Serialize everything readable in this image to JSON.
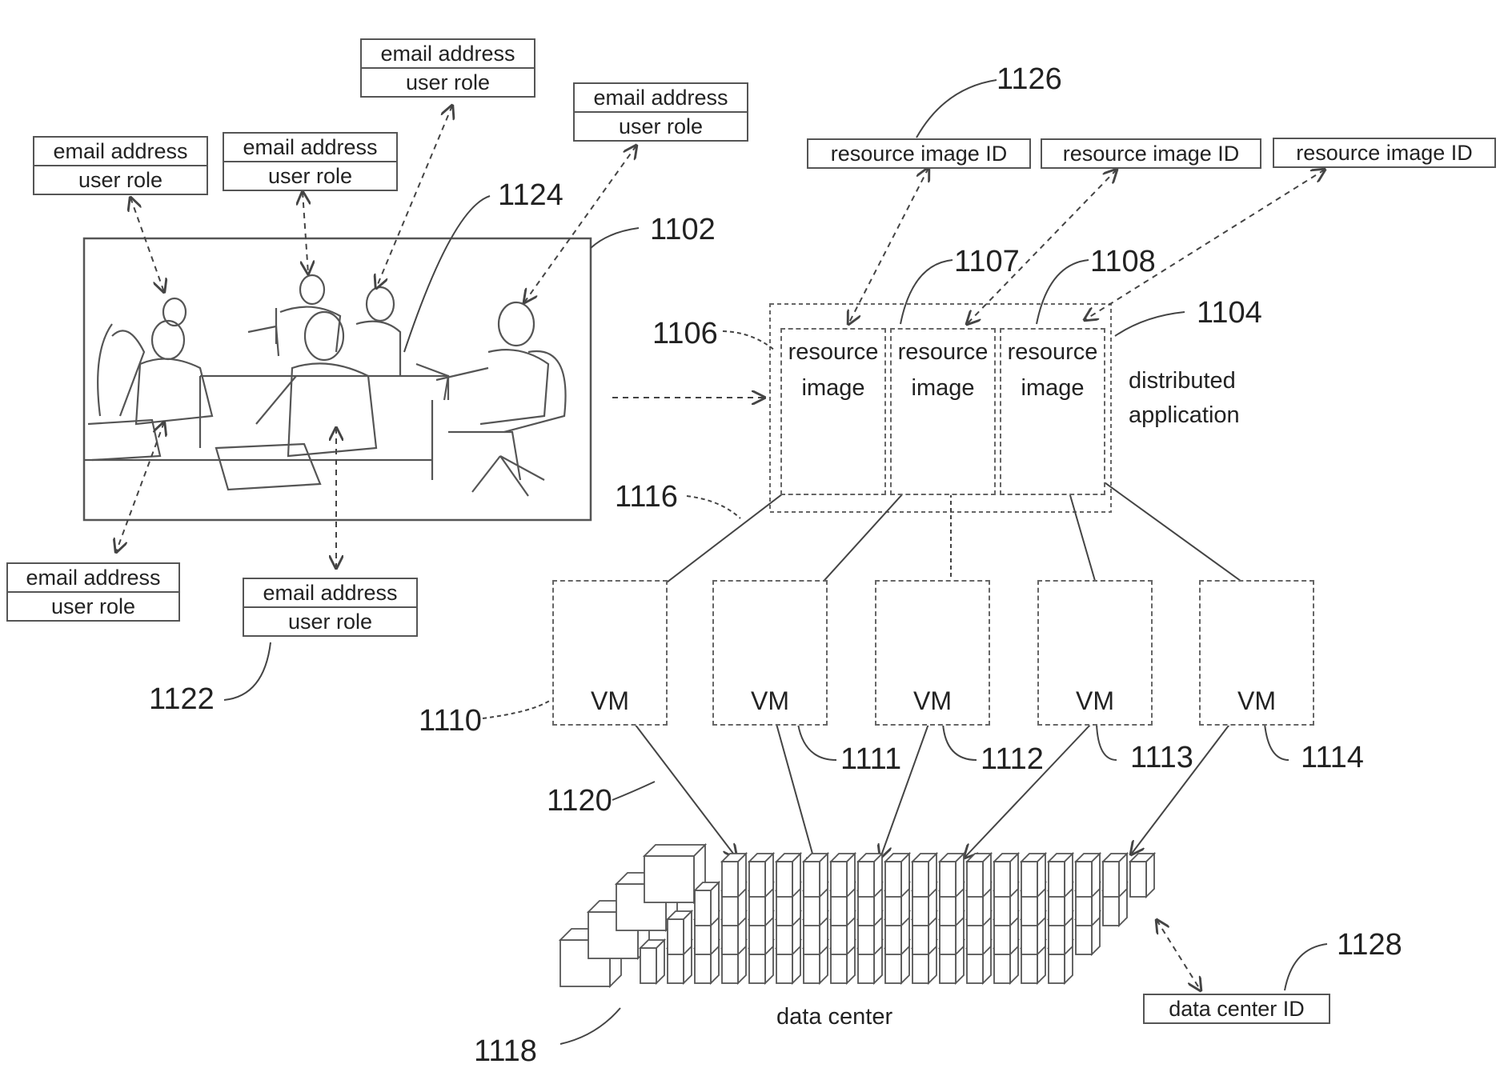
{
  "user_fields": [
    {
      "email": "email address",
      "role": "user role"
    },
    {
      "email": "email address",
      "role": "user role"
    },
    {
      "email": "email address",
      "role": "user role"
    },
    {
      "email": "email address",
      "role": "user role"
    },
    {
      "email": "email address",
      "role": "user role"
    },
    {
      "email": "email address",
      "role": "user role"
    }
  ],
  "resource_image_ids": [
    "resource image ID",
    "resource image ID",
    "resource image ID"
  ],
  "resource_images": [
    {
      "line1": "resource",
      "line2": "image"
    },
    {
      "line1": "resource",
      "line2": "image"
    },
    {
      "line1": "resource",
      "line2": "image"
    }
  ],
  "distributed_application": {
    "line1": "distributed",
    "line2": "application"
  },
  "vms": [
    "VM",
    "VM",
    "VM",
    "VM",
    "VM"
  ],
  "data_center_label": "data center",
  "data_center_id": "data center ID",
  "refs": {
    "r1102": "1102",
    "r1104": "1104",
    "r1106": "1106",
    "r1107": "1107",
    "r1108": "1108",
    "r1110": "1110",
    "r1111": "1111",
    "r1112": "1112",
    "r1113": "1113",
    "r1114": "1114",
    "r1116": "1116",
    "r1118": "1118",
    "r1120": "1120",
    "r1122": "1122",
    "r1124": "1124",
    "r1126": "1126",
    "r1128": "1128"
  }
}
